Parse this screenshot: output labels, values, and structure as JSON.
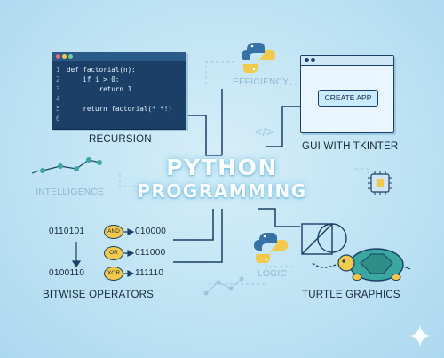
{
  "title": {
    "line1": "PYTHON",
    "line2": "PROGRAMMING"
  },
  "nodes": {
    "recursion": "RECURSION",
    "gui": "GUI WITH TKINTER",
    "bitwise": "BITWISE OPERATORS",
    "turtle": "TURTLE GRAPHICS"
  },
  "faint_labels": {
    "efficiency": "EFFICIENCY",
    "intelligence": "INTELLIGENCE",
    "logic": "LOGIC"
  },
  "code": {
    "lines": [
      {
        "n": "1",
        "text": "def factorial(n):"
      },
      {
        "n": "2",
        "text": "    if i > 0:"
      },
      {
        "n": "3",
        "text": "        return 1"
      },
      {
        "n": "4",
        "text": ""
      },
      {
        "n": "5",
        "text": "    return factorial(* *!)"
      },
      {
        "n": "6",
        "text": ""
      }
    ]
  },
  "gui_button": "CREATE APP",
  "bitwise": {
    "rows": [
      {
        "input": "0110101",
        "op": "AND",
        "output": "010000"
      },
      {
        "input": "",
        "op": "OR",
        "output": "011000"
      },
      {
        "input": "0100110",
        "op": "XOR",
        "output": "111110"
      }
    ]
  },
  "code_symbol": "</>",
  "colors": {
    "code_bg": "#1b3f66",
    "accent": "#f2c94c",
    "teal": "#3aa7a0",
    "line": "#1b3f66"
  }
}
